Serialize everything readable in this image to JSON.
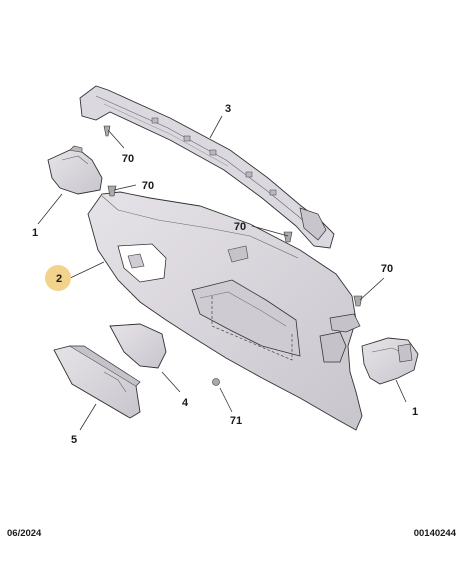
{
  "callouts": {
    "top_trim": "3",
    "screw_a": "70",
    "screw_b": "70",
    "screw_c": "70",
    "screw_d": "70",
    "end_cap_left": "1",
    "end_cap_right": "1",
    "lower_panel": "2",
    "small_cover": "4",
    "tray_insert": "5",
    "clip_bottom": "71"
  },
  "highlight_color": "#f2d38c",
  "part_fill": "#dcd8df",
  "footer": {
    "date": "06/2024",
    "reference": "00140244"
  }
}
